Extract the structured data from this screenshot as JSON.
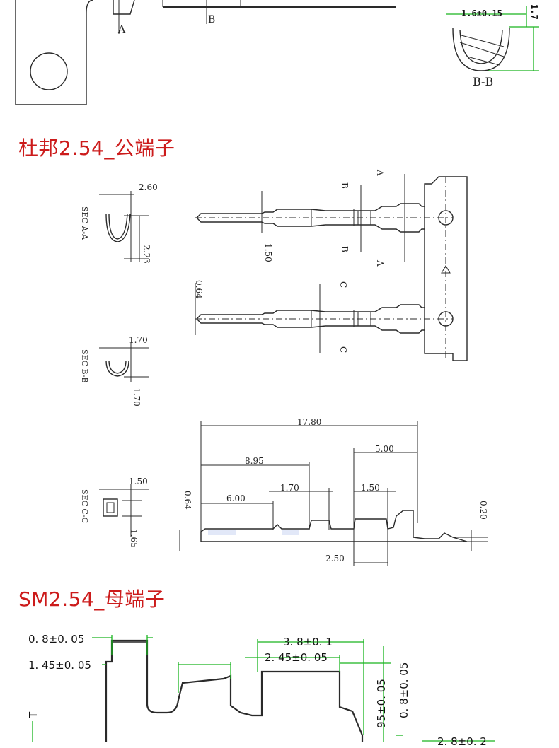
{
  "top_fragment": {
    "section_label_a": "A",
    "section_label_b": "B",
    "bb_dim": "1.6±0.15",
    "bb_height_clip": "1.7",
    "bb_caption": "B-B"
  },
  "dupont": {
    "heading": "杜邦2.54_公端子",
    "sec_aa": {
      "caption": "SEC A-A",
      "width": "2.60",
      "height": "2.23"
    },
    "sec_bb": {
      "caption": "SEC B-B",
      "width": "1.70",
      "height": "1.70"
    },
    "sec_cc": {
      "caption": "SEC C-C",
      "width": "1.50",
      "height": "1.65"
    },
    "plan_view": {
      "pin_dim": "1.50",
      "pin_dia": "0.64",
      "cut_a": "A",
      "cut_b": "B",
      "cut_c": "C"
    },
    "side_view": {
      "overall": "17.80",
      "d895": "8.95",
      "d600": "6.00",
      "d170": "1.70",
      "d150": "1.50",
      "d500": "5.00",
      "d250": "2.50",
      "thick": "0.64",
      "d020": "0.20"
    }
  },
  "sm": {
    "heading": "SM2.54_母端子",
    "dims": {
      "a": "0. 8±0. 05",
      "b": "1. 45±0. 05",
      "c": "3. 8±0. 1",
      "d": "2. 45±0. 05",
      "e": "0. 8±0. 05",
      "f": "95±0. 05",
      "g": "2. 8±0. 2",
      "h": "T"
    }
  }
}
